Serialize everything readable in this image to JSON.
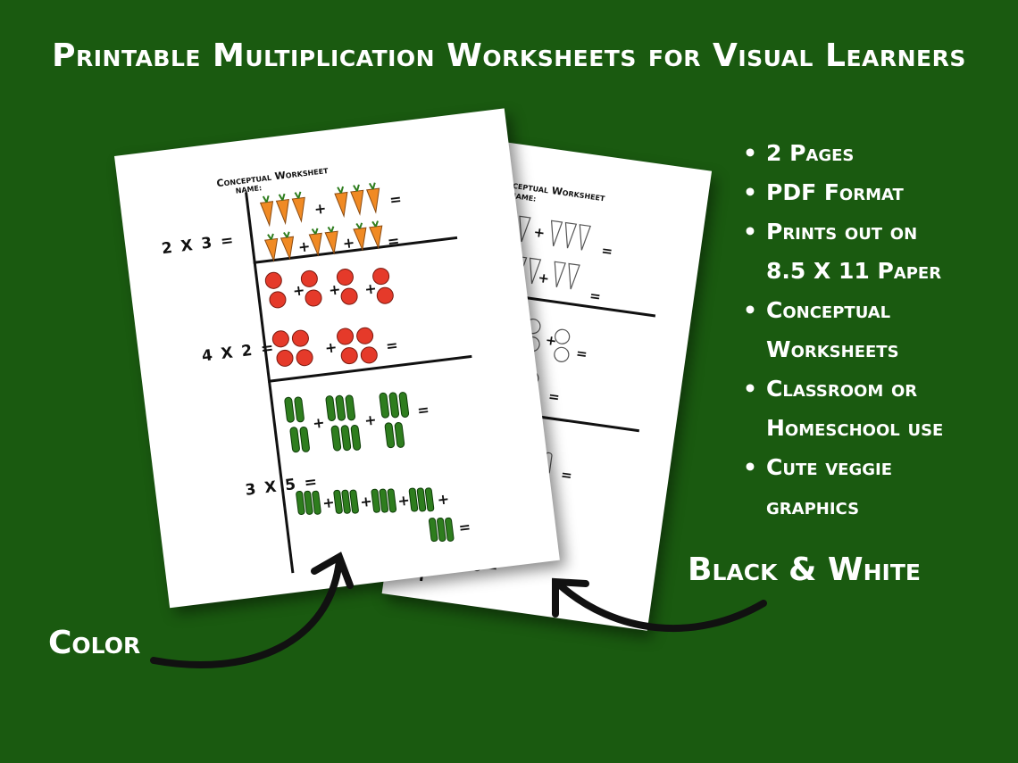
{
  "title": "Printable Multiplication Worksheets for Visual Learners",
  "features": [
    "2 Pages",
    "PDF Format",
    "Prints out on",
    "8.5 X 11 Paper",
    "Conceptual",
    "Worksheets",
    "Classroom or",
    "Homeschool use",
    "Cute veggie",
    "graphics"
  ],
  "labels": {
    "color": "Color",
    "bw": "Black & White"
  },
  "worksheet": {
    "title": "Conceptual Worksheet",
    "name_label": "NAME:",
    "problems": [
      "2 X 3 =",
      "4 X 2 =",
      "3 X 5 ="
    ]
  },
  "colors": {
    "background": "#1a5a10",
    "carrot": "#f08a24",
    "tomato": "#e53a2a",
    "cucumber": "#2e7d1e"
  },
  "icons": [
    "carrot-icon",
    "tomato-icon",
    "cucumber-icon",
    "curved-arrow-icon"
  ]
}
